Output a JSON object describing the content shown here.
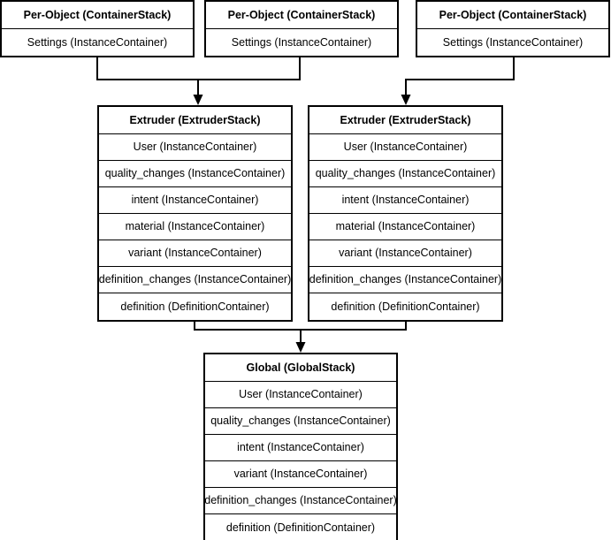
{
  "diagram": {
    "title": "Cura container stack hierarchy",
    "background_color": "#ffffff",
    "line_color": "#000000",
    "box_border_color": "#000000",
    "box_fill_color": "#ffffff"
  },
  "per_object_stacks": [
    {
      "header": "Per-Object (ContainerStack)",
      "rows": [
        "Settings (InstanceContainer)"
      ]
    },
    {
      "header": "Per-Object (ContainerStack)",
      "rows": [
        "Settings (InstanceContainer)"
      ]
    },
    {
      "header": "Per-Object (ContainerStack)",
      "rows": [
        "Settings (InstanceContainer)"
      ]
    }
  ],
  "extruder_stacks": [
    {
      "header": "Extruder (ExtruderStack)",
      "rows": [
        "User (InstanceContainer)",
        "quality_changes (InstanceContainer)",
        "intent (InstanceContainer)",
        "material (InstanceContainer)",
        "variant (InstanceContainer)",
        "definition_changes (InstanceContainer)",
        "definition (DefinitionContainer)"
      ]
    },
    {
      "header": "Extruder (ExtruderStack)",
      "rows": [
        "User (InstanceContainer)",
        "quality_changes (InstanceContainer)",
        "intent (InstanceContainer)",
        "material (InstanceContainer)",
        "variant (InstanceContainer)",
        "definition_changes (InstanceContainer)",
        "definition (DefinitionContainer)"
      ]
    }
  ],
  "global_stack": {
    "header": "Global (GlobalStack)",
    "rows": [
      "User (InstanceContainer)",
      "quality_changes (InstanceContainer)",
      "intent (InstanceContainer)",
      "variant (InstanceContainer)",
      "definition_changes (InstanceContainer)",
      "definition (DefinitionContainer)"
    ]
  },
  "connectors": [
    {
      "name": "per-object-1-and-2-to-extruder-1",
      "from": [
        "Per-Object (ContainerStack) #1",
        "Per-Object (ContainerStack) #2"
      ],
      "to": "Extruder (ExtruderStack) #1",
      "arrow": true
    },
    {
      "name": "per-object-3-to-extruder-2",
      "from": [
        "Per-Object (ContainerStack) #3"
      ],
      "to": "Extruder (ExtruderStack) #2",
      "arrow": true
    },
    {
      "name": "extruders-to-global",
      "from": [
        "Extruder (ExtruderStack) #1",
        "Extruder (ExtruderStack) #2"
      ],
      "to": "Global (GlobalStack)",
      "arrow": true
    }
  ]
}
